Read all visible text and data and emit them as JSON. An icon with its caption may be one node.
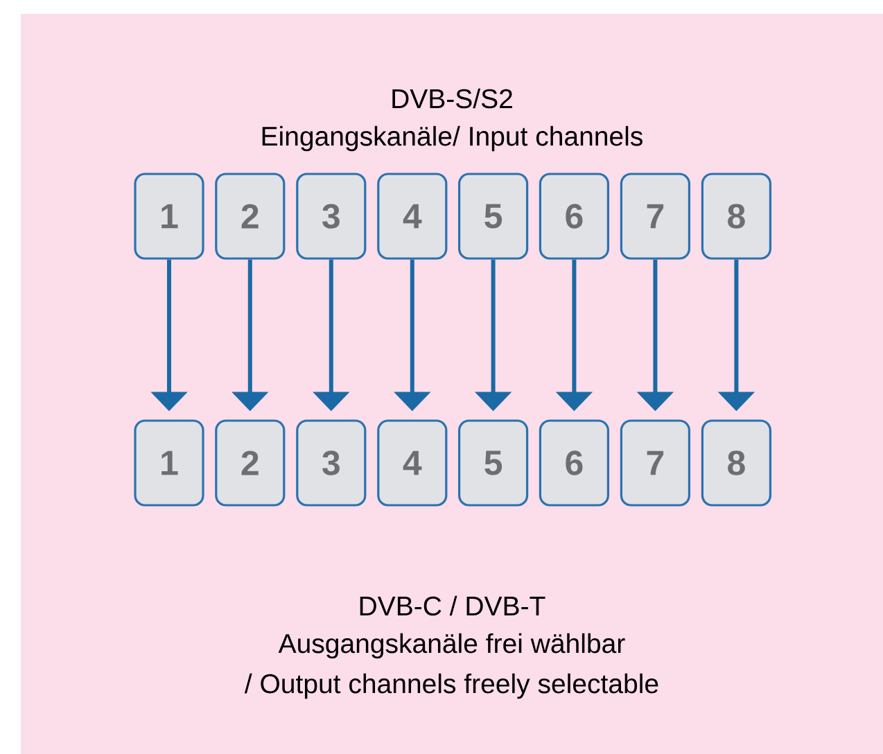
{
  "diagram": {
    "nodes": [
      {
        "text": [
          "1"
        ]
      },
      {
        "text": [
          "2"
        ]
      },
      {
        "text": [
          "3"
        ]
      },
      {
        "text": [
          "4"
        ]
      },
      {
        "text": [
          "5"
        ]
      },
      {
        "text": [
          "6"
        ]
      },
      {
        "text": [
          "7"
        ]
      },
      {
        "text": [
          "8"
        ]
      },
      {
        "text": [
          "1"
        ]
      },
      {
        "text": [
          "2"
        ]
      },
      {
        "text": [
          "3"
        ]
      },
      {
        "text": [
          "4"
        ]
      },
      {
        "text": [
          "5"
        ]
      },
      {
        "text": [
          "6"
        ]
      },
      {
        "text": [
          "7"
        ]
      },
      {
        "text": [
          "8"
        ]
      }
    ],
    "edges": [
      {
        "from": 0,
        "to": 8,
        "arrow": "to"
      },
      {
        "from": 1,
        "to": 9,
        "arrow": "to"
      },
      {
        "from": 2,
        "to": 10,
        "arrow": "to"
      },
      {
        "from": 3,
        "to": 11,
        "arrow": "to"
      },
      {
        "from": 4,
        "to": 12,
        "arrow": "to"
      },
      {
        "from": 5,
        "to": 13,
        "arrow": "to"
      },
      {
        "from": 6,
        "to": 14,
        "arrow": "to"
      },
      {
        "from": 7,
        "to": 15,
        "arrow": "to"
      }
    ],
    "labels": [
      "DVB-S/S2",
      "Eingangskanäle/ Input channels",
      "DVB-C / DVB-T",
      "Ausgangskanäle frei wählbar",
      "/ Output channels freely selectable"
    ]
  }
}
